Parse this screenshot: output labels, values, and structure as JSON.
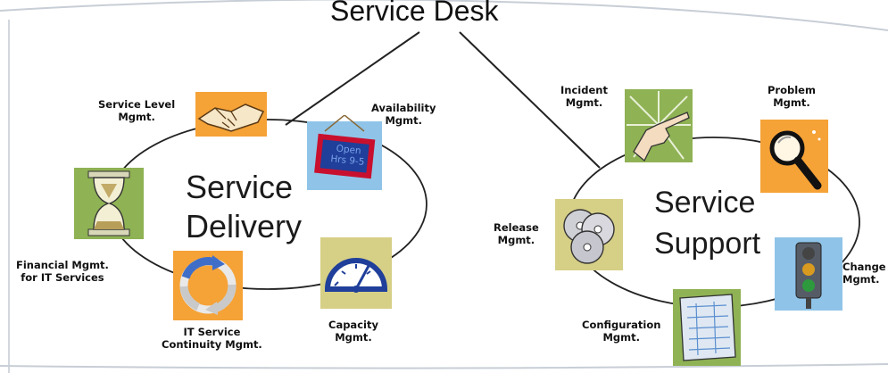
{
  "title": "Service Desk",
  "groups": {
    "delivery": {
      "line1": "Service",
      "line2": "Delivery"
    },
    "support": {
      "line1": "Service",
      "line2": "Support"
    }
  },
  "processes": {
    "service_level": {
      "line1": "Service Level",
      "line2": "Mgmt."
    },
    "availability": {
      "line1": "Availability",
      "line2": "Mgmt."
    },
    "financial": {
      "line1": "Financial Mgmt.",
      "line2": "for IT Services"
    },
    "continuity": {
      "line1": "IT Service",
      "line2": "Continuity Mgmt."
    },
    "capacity": {
      "line1": "Capacity",
      "line2": "Mgmt."
    },
    "incident": {
      "line1": "Incident",
      "line2": "Mgmt."
    },
    "problem": {
      "line1": "Problem",
      "line2": "Mgmt."
    },
    "release": {
      "line1": "Release",
      "line2": "Mgmt."
    },
    "change": {
      "line1": "Change",
      "line2": "Mgmt."
    },
    "configuration": {
      "line1": "Configuration",
      "line2": "Mgmt."
    }
  },
  "sign_text": {
    "line1": "Open",
    "line2": "Hrs 9-5"
  },
  "icons": {
    "service_level": "handshake-icon",
    "availability": "open-sign-icon",
    "financial": "hourglass-icon",
    "continuity": "cycle-arrows-icon",
    "capacity": "gauge-icon",
    "incident": "pointing-hand-icon",
    "problem": "magnifier-icon",
    "release": "discs-icon",
    "change": "traffic-light-icon",
    "configuration": "blueprint-icon"
  },
  "colors": {
    "orange_tile": "#f5a237",
    "green_tile": "#8fb254",
    "khaki_tile": "#d6cf86",
    "blue_tile": "#8fc4e8",
    "sign_red": "#c8102e",
    "sign_blue": "#1f3f9a"
  }
}
